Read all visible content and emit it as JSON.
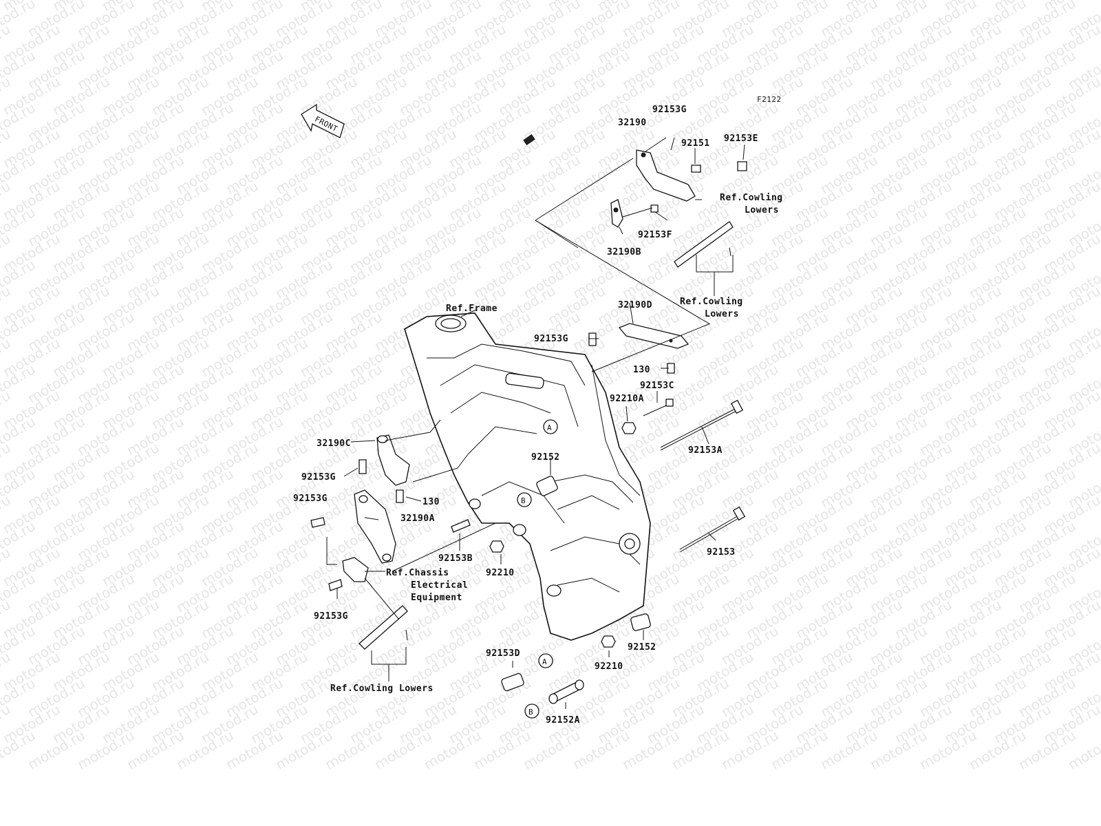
{
  "figure_code": "F2122",
  "front_arrow_label": "FRONT",
  "watermark_text": "motod.ru",
  "refs": {
    "frame": "Ref.Frame",
    "cowling_top_1": "Ref.Cowling",
    "cowling_top_2": "Lowers",
    "cowling_mid_1": "Ref.Cowling",
    "cowling_mid_2": "Lowers",
    "cowling_bottom": "Ref.Cowling Lowers",
    "chassis_1": "Ref.Chassis",
    "chassis_2": "Electrical",
    "chassis_3": "Equipment"
  },
  "callouts": {
    "a": "A",
    "b": "B"
  },
  "parts": [
    {
      "id": "p1",
      "label": "92153G"
    },
    {
      "id": "p2",
      "label": "32190"
    },
    {
      "id": "p3",
      "label": "92151"
    },
    {
      "id": "p4",
      "label": "92153E"
    },
    {
      "id": "p5",
      "label": "92153F"
    },
    {
      "id": "p6",
      "label": "32190B"
    },
    {
      "id": "p7",
      "label": "32190D"
    },
    {
      "id": "p8",
      "label": "92153G"
    },
    {
      "id": "p9",
      "label": "130"
    },
    {
      "id": "p10",
      "label": "92153C"
    },
    {
      "id": "p11",
      "label": "92210A"
    },
    {
      "id": "p12",
      "label": "92153A"
    },
    {
      "id": "p13",
      "label": "32190C"
    },
    {
      "id": "p14",
      "label": "92152"
    },
    {
      "id": "p15",
      "label": "92153G"
    },
    {
      "id": "p16",
      "label": "130"
    },
    {
      "id": "p17",
      "label": "92153G"
    },
    {
      "id": "p18",
      "label": "32190A"
    },
    {
      "id": "p19",
      "label": "92153B"
    },
    {
      "id": "p20",
      "label": "92210"
    },
    {
      "id": "p21",
      "label": "92153"
    },
    {
      "id": "p22",
      "label": "92153G"
    },
    {
      "id": "p23",
      "label": "92152"
    },
    {
      "id": "p24",
      "label": "92210"
    },
    {
      "id": "p25",
      "label": "92153D"
    },
    {
      "id": "p26",
      "label": "92152A"
    }
  ]
}
